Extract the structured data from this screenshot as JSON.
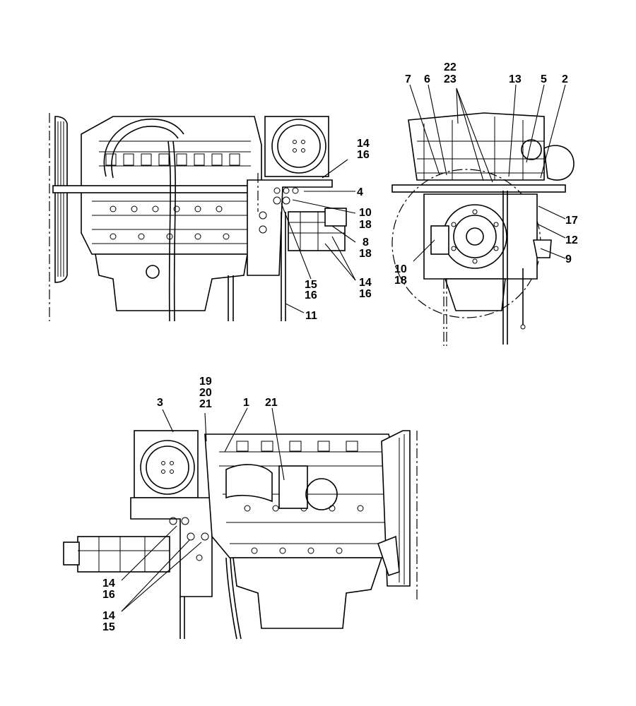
{
  "callouts": {
    "top_left": {
      "c14a": "14",
      "c16a": "16",
      "c4": "4",
      "c10": "10",
      "c18": "18",
      "c8": "8",
      "c18b": "18",
      "c15": "15",
      "c16b": "16",
      "c14b": "14",
      "c16c": "16",
      "c11": "11"
    },
    "top_right": {
      "c22": "22",
      "c23": "23",
      "c7": "7",
      "c6": "6",
      "c13": "13",
      "c5": "5",
      "c2": "2",
      "c17": "17",
      "c12": "12",
      "c9": "9",
      "c10": "10",
      "c18": "18"
    },
    "bottom": {
      "c19": "19",
      "c20": "20",
      "c21a": "21",
      "c3": "3",
      "c1": "1",
      "c21b": "21",
      "c14a": "14",
      "c16": "16",
      "c14b": "14",
      "c15": "15"
    }
  },
  "colors": {
    "line": "#000000",
    "background": "#ffffff"
  }
}
